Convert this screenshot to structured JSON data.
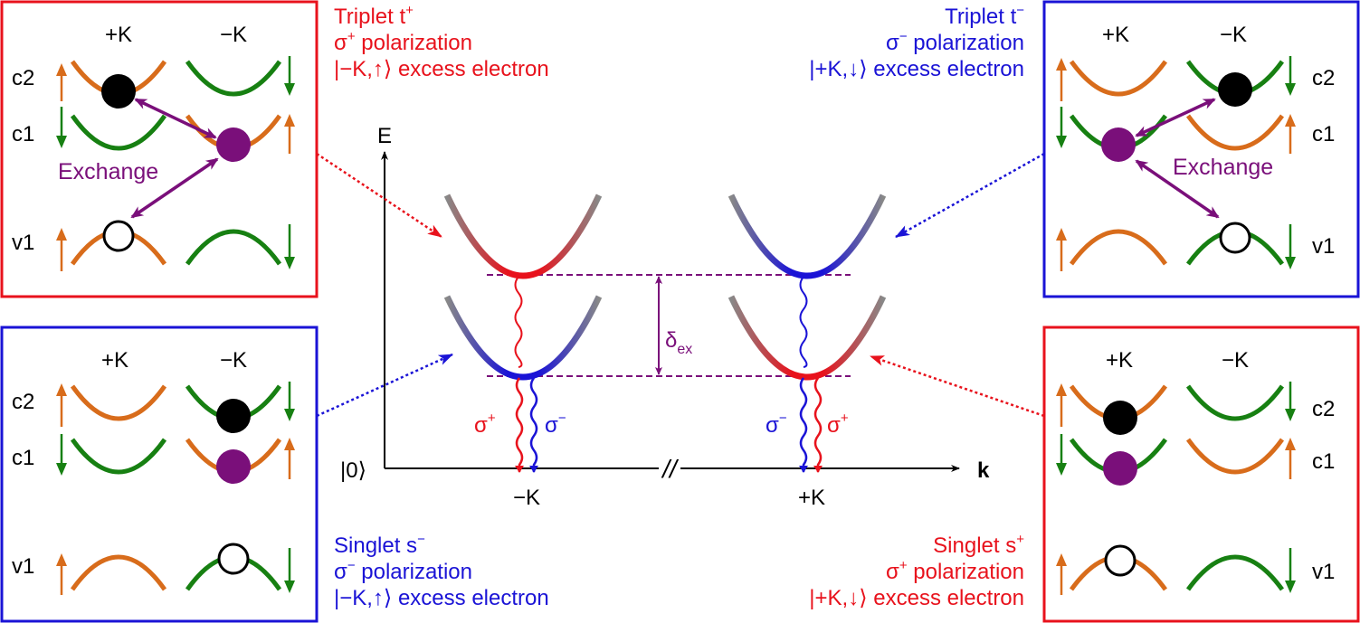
{
  "colors": {
    "red": "#e8121c",
    "blue": "#1a13d6",
    "orange": "#d86c1b",
    "green": "#178012",
    "purple": "#7a0f7a",
    "gray": "#808080"
  },
  "valley_labels": {
    "plus_k": "+K",
    "minus_k": "−K"
  },
  "band_labels": {
    "c2": "c2",
    "c1": "c1",
    "v1": "v1"
  },
  "exchange_label": "Exchange",
  "captions": {
    "triplet_plus": {
      "line1_main": "Triplet t",
      "line1_sup": "+",
      "line2_main": "σ",
      "line2_sup": "+",
      "line2_rest": " polarization",
      "line3": "|−K,↑⟩ excess electron"
    },
    "triplet_minus": {
      "line1_main": "Triplet t",
      "line1_sup": "−",
      "line2_main": "σ",
      "line2_sup": "−",
      "line2_rest": " polarization",
      "line3": "|+K,↓⟩ excess electron"
    },
    "singlet_minus": {
      "line1_main": "Singlet s",
      "line1_sup": "−",
      "line2_main": "σ",
      "line2_sup": "−",
      "line2_rest": " polarization",
      "line3": "|−K,↑⟩ excess electron"
    },
    "singlet_plus": {
      "line1_main": "Singlet s",
      "line1_sup": "+",
      "line2_main": "σ",
      "line2_sup": "+",
      "line2_rest": " polarization",
      "line3": "|+K,↓⟩ excess electron"
    }
  },
  "main_diagram": {
    "energy_axis": "E",
    "momentum_axis": "k",
    "ground_state": "|0⟩",
    "valley_minus": "−K",
    "valley_plus": "+K",
    "axis_break": "//",
    "splitting_symbol": "δ",
    "splitting_sub": "ex",
    "sigma": "σ",
    "sigma_plus_sup": "+",
    "sigma_minus_sup": "−"
  }
}
